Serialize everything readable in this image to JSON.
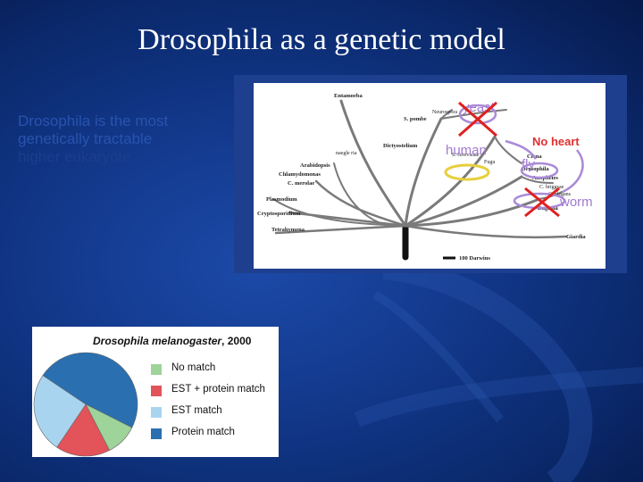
{
  "slide": {
    "title": "Drosophila as a genetic model",
    "body_lines": [
      "Drosophila is the most",
      "genetically tractable",
      "higher eukaryote"
    ]
  },
  "tree": {
    "labels": {
      "entamoeba": "Entamoeba",
      "spombe": "S. pombe",
      "neurospora": "Neurospora",
      "naegleria": "naegle\nria",
      "dictyostelium": "Dictyostelium",
      "scerevisiae": "S. cerevisiae",
      "fugu": "Fugu",
      "ciona": "Ciona",
      "arabidopsis": "Arabidopsis",
      "chlamydomonas": "Chlamydomonas",
      "cmerolae": "C. merolae",
      "drosophila": "Drosophila",
      "anopheles": "Anopheles",
      "celegans": "C. elegans",
      "cbriggsae": "C. briggsae",
      "plasmodium": "Plasmodium",
      "euglena": "Euglena",
      "cryptosporidium": "Cryptosporidium",
      "tetrahymena": "Tetrahymena",
      "giardia": "Giardia",
      "scale": "100 Darwins"
    }
  },
  "annotations": {
    "yeast": "yeast",
    "human": "human",
    "fly": "fly",
    "worm": "worm",
    "no_heart": "No heart"
  },
  "pie": {
    "title_italic": "Drosophila melanogaster",
    "title_rest": ", 2000",
    "legend": [
      {
        "label": "No match",
        "color": "#9ed39a"
      },
      {
        "label": "EST + protein match",
        "color": "#e2535a"
      },
      {
        "label": "EST match",
        "color": "#a9d4f0"
      },
      {
        "label": "Protein match",
        "color": "#2a6fb0"
      }
    ],
    "chart_data": {
      "type": "pie",
      "categories": [
        "No match",
        "EST + protein match",
        "EST match",
        "Protein match"
      ],
      "values": [
        10,
        17,
        25,
        48
      ],
      "colors": [
        "#9ed39a",
        "#e2535a",
        "#a9d4f0",
        "#2a6fb0"
      ],
      "start": "Protein match at top, clockwise",
      "legend_position": "right"
    }
  }
}
